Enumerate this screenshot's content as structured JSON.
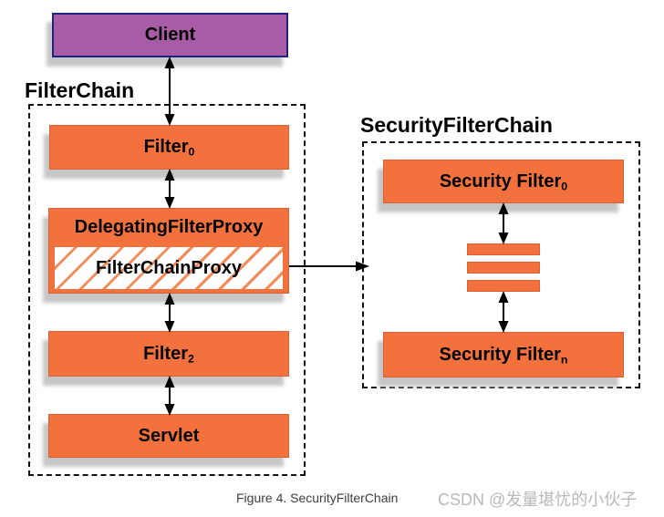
{
  "diagram": {
    "groups": {
      "filter_chain": {
        "label": "FilterChain"
      },
      "security_filter_chain": {
        "label": "SecurityFilterChain"
      }
    },
    "nodes": {
      "client": {
        "label": "Client"
      },
      "filter0": {
        "label": "Filter",
        "sub": "0"
      },
      "delegating_filter_proxy": {
        "label": "DelegatingFilterProxy"
      },
      "filter_chain_proxy": {
        "label": "FilterChainProxy"
      },
      "filter2": {
        "label": "Filter",
        "sub": "2"
      },
      "servlet": {
        "label": "Servlet"
      },
      "security_filter_0": {
        "label": "Security Filter",
        "sub": "0"
      },
      "security_filter_n": {
        "label": "Security Filter",
        "sub": "n"
      }
    },
    "colors": {
      "box_orange": "#f2713d",
      "box_orange_border": "#d96030",
      "hatch_stripe": "#f48a58",
      "client_purple": "#a95ca6",
      "client_border": "#1f2080",
      "shadow_gray": "#c6c6c6",
      "caption_gray": "#3d3d3d",
      "watermark_gray": "#b9b9b9",
      "arrow_black": "#000000"
    }
  },
  "caption": "Figure 4. SecurityFilterChain",
  "watermark": "CSDN @发量堪忧的小伙子"
}
